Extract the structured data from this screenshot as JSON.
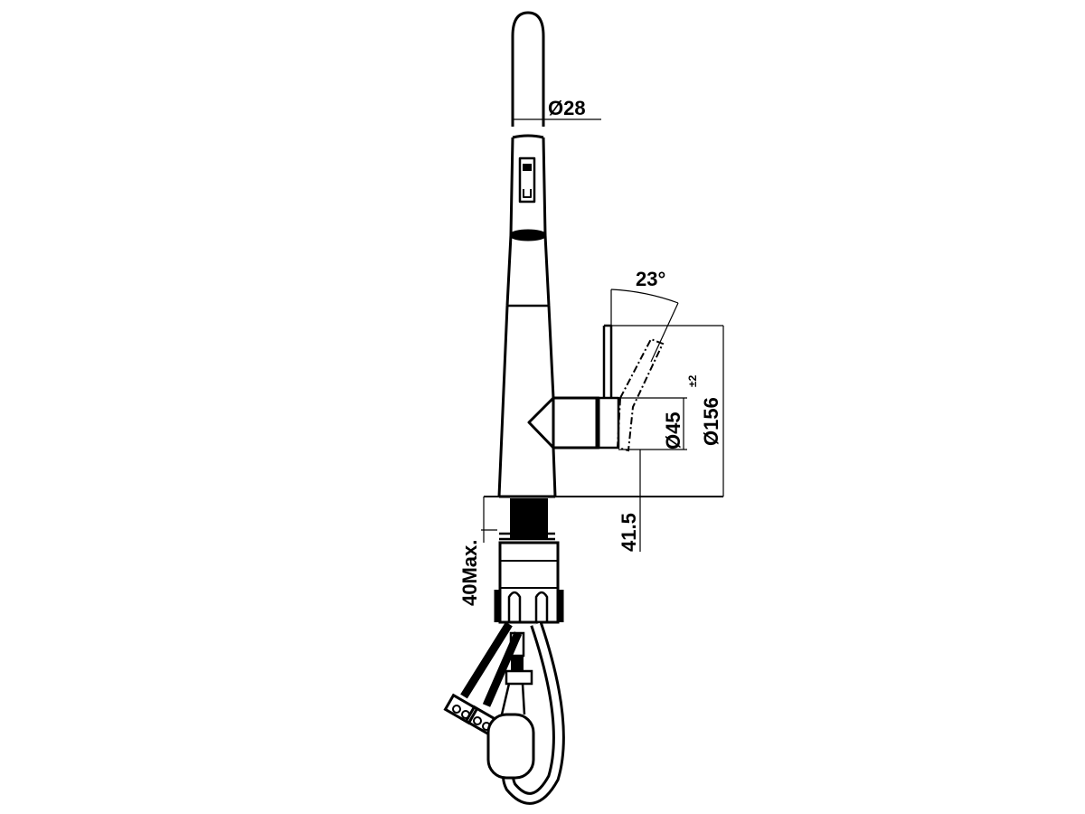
{
  "drawing": {
    "subject": "Pull-out kitchen faucet technical side view",
    "line_color": "#000000",
    "background": "#ffffff"
  },
  "dimensions": {
    "spray_head_diameter": "Ø28",
    "lever_angle": "23°",
    "body_diameter": "Ø45",
    "overall_height": "Ø156",
    "overall_height_tolerance": "±2",
    "lever_axis_height": "41.5",
    "max_countertop_thickness": "40Max."
  }
}
